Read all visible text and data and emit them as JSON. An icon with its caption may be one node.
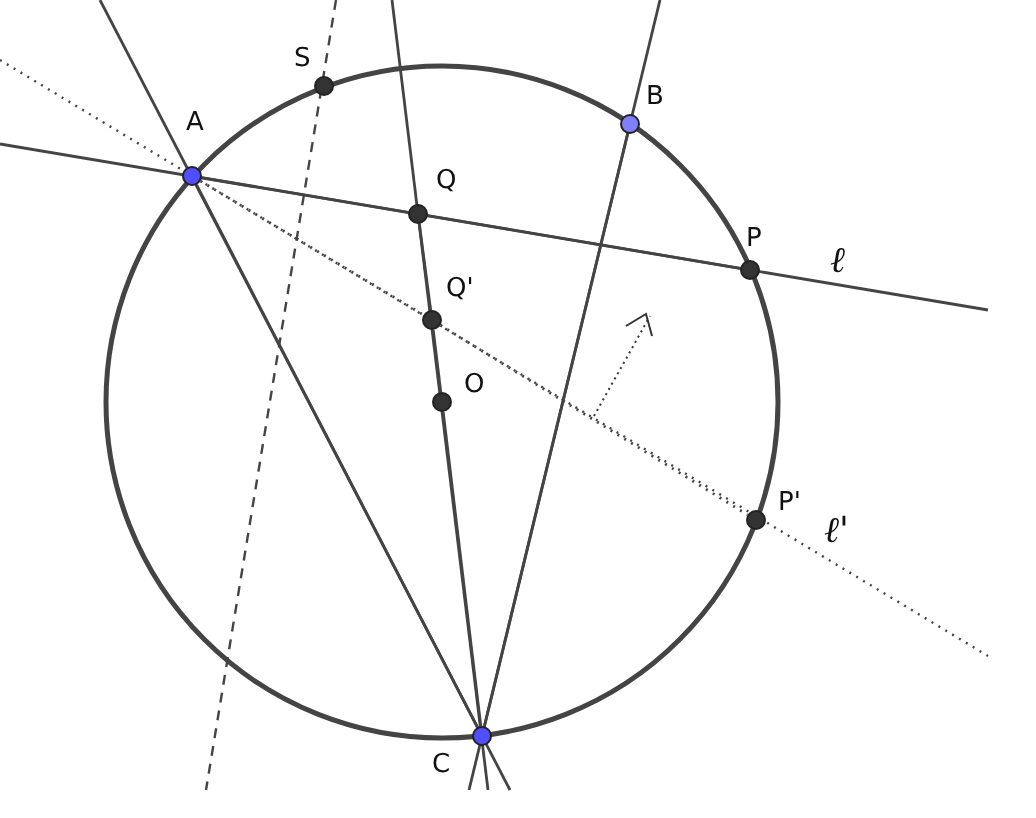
{
  "diagram": {
    "nodes": [
      {
        "text": [
          "A"
        ]
      },
      {
        "text": [
          "S"
        ]
      },
      {
        "text": [
          "B"
        ]
      },
      {
        "text": [
          "Q"
        ]
      },
      {
        "text": [
          "P"
        ]
      },
      {
        "text": [
          "Q'"
        ]
      },
      {
        "text": [
          "O"
        ]
      },
      {
        "text": [
          "P'"
        ]
      },
      {
        "text": [
          "C"
        ]
      }
    ],
    "edges": [
      {
        "from": 0,
        "to": 3,
        "arrow": "none"
      },
      {
        "from": 3,
        "to": 4,
        "arrow": "none"
      },
      {
        "from": 0,
        "to": 5,
        "arrow": "none",
        "style": "dashed"
      },
      {
        "from": 5,
        "to": 7,
        "arrow": "none",
        "style": "dashed"
      },
      {
        "from": 8,
        "to": 0,
        "arrow": "none"
      },
      {
        "from": 8,
        "to": 6,
        "arrow": "none"
      },
      {
        "from": 6,
        "to": 5,
        "arrow": "none"
      },
      {
        "from": 5,
        "to": 3,
        "arrow": "none"
      },
      {
        "from": 8,
        "to": 2,
        "arrow": "none"
      }
    ],
    "labels": [
      "ℓ",
      "ℓ'"
    ]
  }
}
